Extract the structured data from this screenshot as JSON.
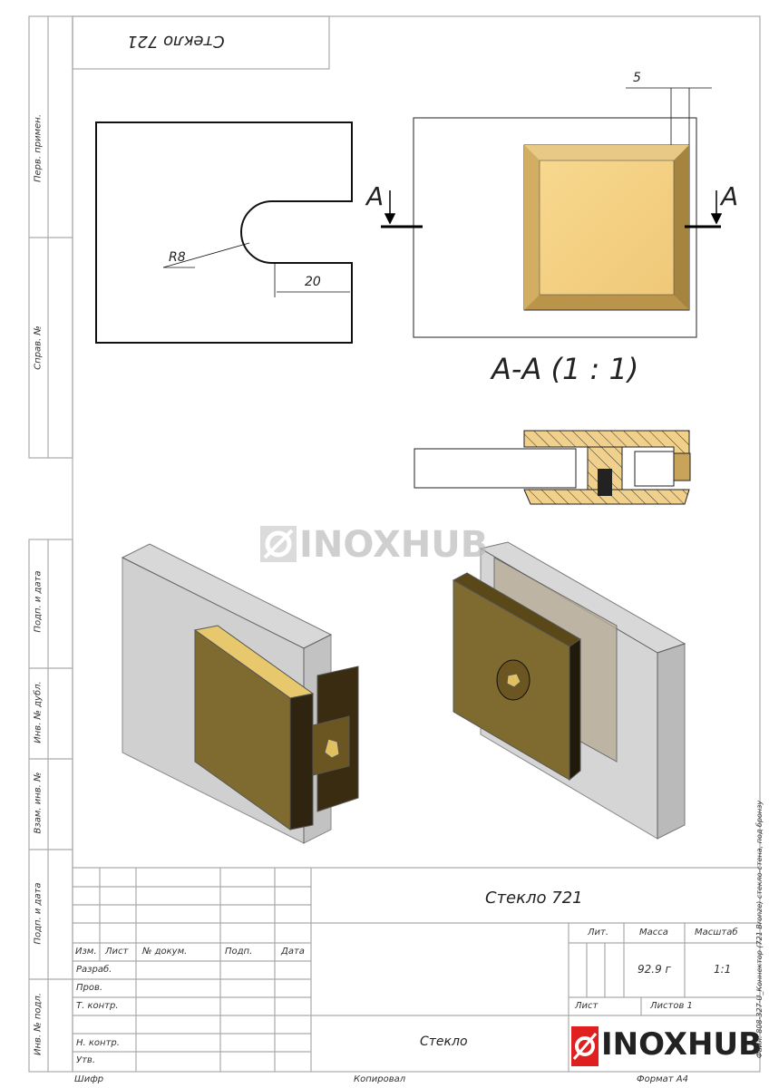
{
  "drawing": {
    "top_box_title": "Стекло 721",
    "left_strip_labels": [
      "Перв. примен.",
      "Справ. №",
      "Подп. и дата",
      "Инв. № дубл.",
      "Взам. инв. №",
      "Подп. и дата",
      "Инв. № подл."
    ],
    "dimensions": {
      "radius": "R8",
      "slot_depth": "20",
      "offset": "5"
    },
    "section_markers": {
      "left": "A",
      "right": "A"
    },
    "section_title": "A-A (1 : 1)",
    "watermark": "INOXHUB"
  },
  "title_block": {
    "name": "Стекло 721",
    "material": "Стекло",
    "headers": {
      "izm": "Изм.",
      "list": "Лист",
      "doc_no": "№ докум.",
      "sign": "Подп.",
      "date": "Дата"
    },
    "roles": [
      "Разраб.",
      "Пров.",
      "Т. контр.",
      "",
      "Н. контр.",
      "Утв."
    ],
    "lit_label": "Лит.",
    "mass_label": "Масса",
    "scale_label": "Масштаб",
    "mass_value": "92.9 г",
    "scale_value": "1:1",
    "sheet_label": "Лист",
    "sheets_label": "Листов 1",
    "logo": "INOXHUB",
    "brand_color": "#e02020"
  },
  "footer": {
    "cipher": "Шифр",
    "copied": "Копировал",
    "format": "Формат А4"
  },
  "side_file_text": "Файл: 808-327-U_Коннектор (721 Bronze) стекло-стена, под бронзу"
}
